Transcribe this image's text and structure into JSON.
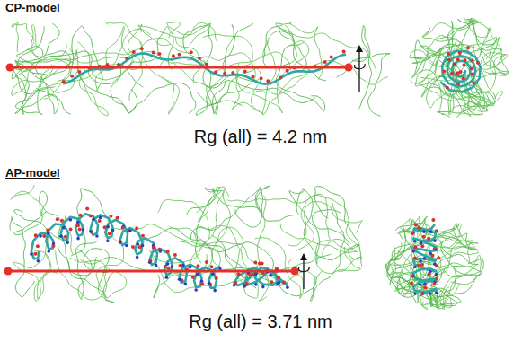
{
  "diagram": {
    "labels": [
      "CP-model",
      "Rg (all) = 4.2 nm",
      "AP-model",
      "Rg (all) = 3.71 nm"
    ]
  }
}
